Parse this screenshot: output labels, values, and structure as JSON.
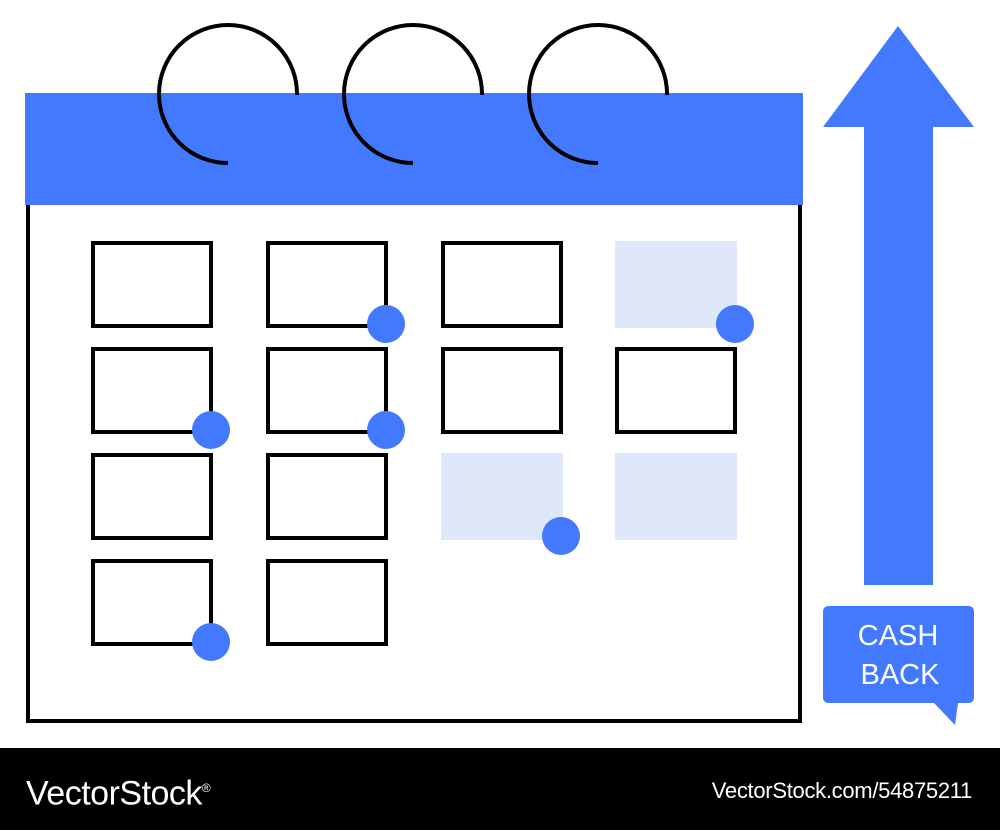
{
  "colors": {
    "accent": "#4279ff",
    "light_fill": "#dee8fa",
    "outline": "#000000",
    "footer_bg": "#000000",
    "footer_text": "#ffffff"
  },
  "calendar": {
    "ring_icon": "binder-ring-icon",
    "cells": [
      {
        "row": 0,
        "col": 0,
        "style": "outline",
        "marked": false
      },
      {
        "row": 0,
        "col": 1,
        "style": "outline",
        "marked": true
      },
      {
        "row": 0,
        "col": 2,
        "style": "outline",
        "marked": false
      },
      {
        "row": 0,
        "col": 3,
        "style": "filled",
        "marked": true
      },
      {
        "row": 1,
        "col": 0,
        "style": "outline",
        "marked": true
      },
      {
        "row": 1,
        "col": 1,
        "style": "outline",
        "marked": true
      },
      {
        "row": 1,
        "col": 2,
        "style": "outline",
        "marked": false
      },
      {
        "row": 1,
        "col": 3,
        "style": "outline",
        "marked": false
      },
      {
        "row": 2,
        "col": 0,
        "style": "outline",
        "marked": false
      },
      {
        "row": 2,
        "col": 1,
        "style": "outline",
        "marked": false
      },
      {
        "row": 2,
        "col": 2,
        "style": "filled",
        "marked": true
      },
      {
        "row": 2,
        "col": 3,
        "style": "filled",
        "marked": false
      },
      {
        "row": 3,
        "col": 0,
        "style": "outline",
        "marked": true
      },
      {
        "row": 3,
        "col": 1,
        "style": "outline",
        "marked": false
      }
    ]
  },
  "arrow": {
    "icon": "arrow-up-icon"
  },
  "cashback": {
    "line1": "CASH",
    "line2": "BACK",
    "icon": "speech-bubble-icon"
  },
  "footer": {
    "brand": "VectorStock",
    "brand_symbol": "®",
    "image_id": "VectorStock.com/54875211"
  }
}
